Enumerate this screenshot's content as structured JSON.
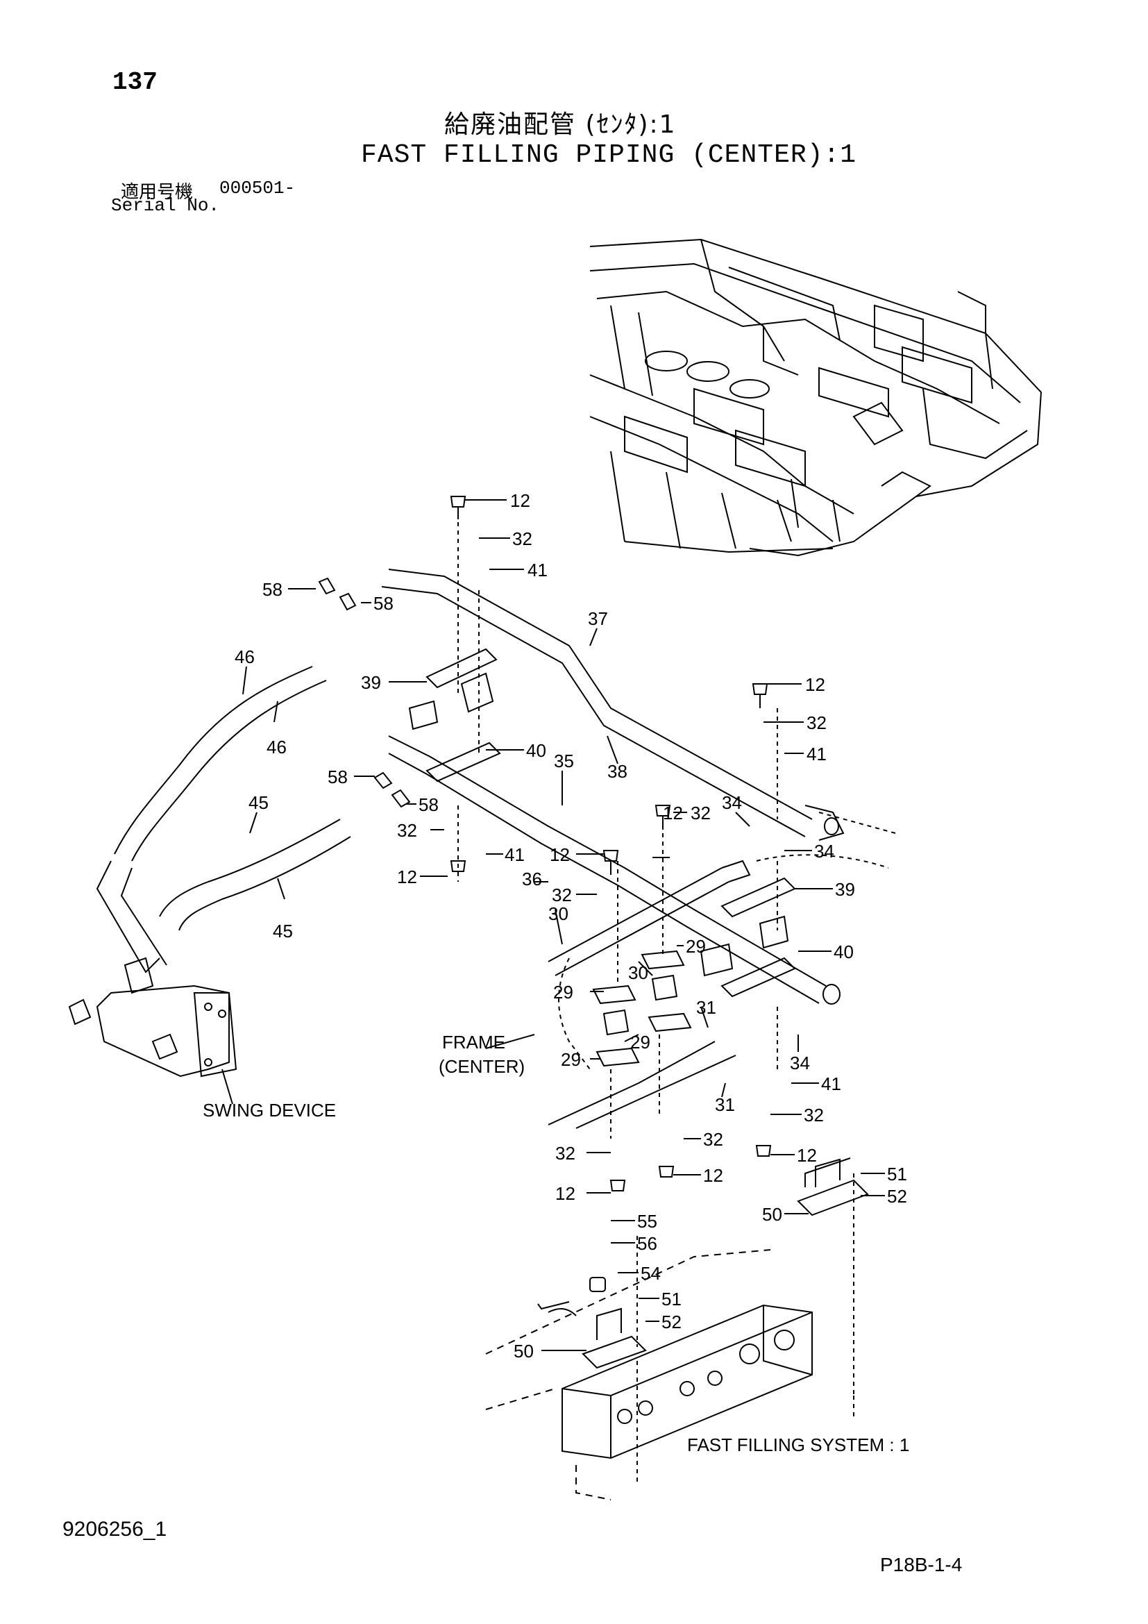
{
  "page": {
    "number": "137",
    "title_jp": "給廃油配管 (ｾﾝﾀ):1",
    "title_en": "FAST FILLING PIPING (CENTER):1",
    "serial_label_jp": "適用号機",
    "serial_value": "000501-",
    "serial_label_en": "Serial No.",
    "doc_code": "9206256_1",
    "page_ref": "P18B-1-4"
  },
  "callouts": {
    "c12a": "12",
    "c32a": "32",
    "c41a": "41",
    "c58a": "58",
    "c58b": "58",
    "c37": "37",
    "c46a": "46",
    "c46b": "46",
    "c39a": "39",
    "c40a": "40",
    "c35": "35",
    "c38": "38",
    "c12b": "12",
    "c32b": "32",
    "c41b": "41",
    "c58c": "58",
    "c58d": "58",
    "c45a": "45",
    "c12c": "12",
    "c34a": "34",
    "c32c": "32",
    "c41c": "41",
    "c12d": "12",
    "c36": "36",
    "c12e": "12",
    "c32d": "32",
    "c34b": "34",
    "c39b": "39",
    "c32e": "32",
    "c45b": "45",
    "c30a": "30",
    "c29a": "29",
    "c30b": "30",
    "c40b": "40",
    "c29b": "29",
    "c31a": "31",
    "c29c": "29",
    "c29d": "29",
    "c34c": "34",
    "c41d": "41",
    "c31b": "31",
    "c32f": "32",
    "c32g": "32",
    "c32h": "32",
    "c12f": "12",
    "c12g": "12",
    "c12h": "12",
    "c51a": "51",
    "c52a": "52",
    "c50a": "50",
    "c55": "55",
    "c56": "56",
    "c54": "54",
    "c51b": "51",
    "c52b": "52",
    "c50b": "50"
  },
  "labels": {
    "frame_line1": "FRAME",
    "frame_line2": "(CENTER)",
    "swing_device": "SWING DEVICE",
    "fast_filling_system": "FAST FILLING SYSTEM : 1"
  }
}
